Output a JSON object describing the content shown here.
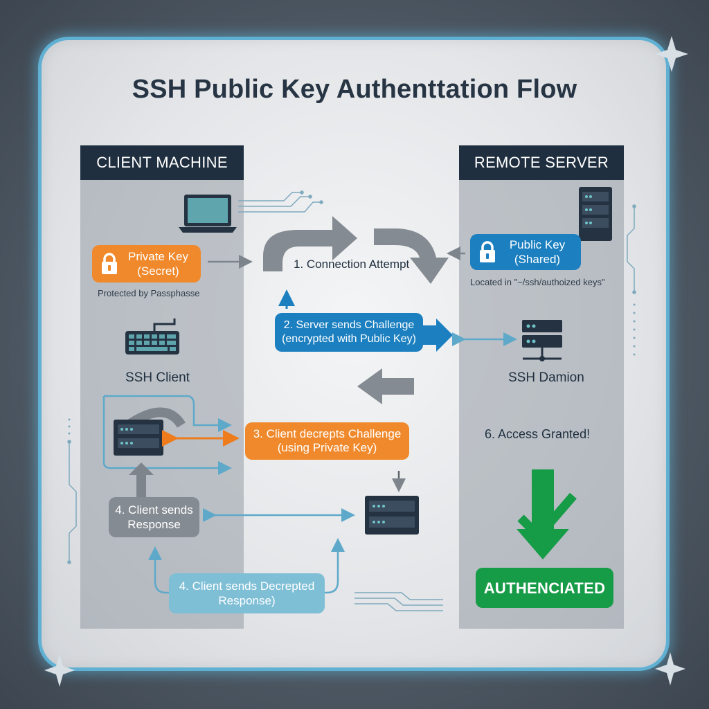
{
  "title": "SSH Public Key Authenttation Flow",
  "client": {
    "header": "CLIENT MACHINE",
    "private_key_line1": "Private Key",
    "private_key_line2": "(Secret)",
    "protected_note": "Protected by Passphasse",
    "ssh_client": "SSH Client",
    "step4_line1": "4. Client sends",
    "step4_line2": "Response"
  },
  "server": {
    "header": "REMOTE SERVER",
    "public_key_line1": "Public Key",
    "public_key_line2": "(Shared)",
    "location_note": "Located in \"~/ssh/authoized keys\"",
    "ssh_daemon": "SSH Damion",
    "access_granted": "6. Access Granted!",
    "authenticated_badge": "AUTHENCIATED"
  },
  "steps": {
    "step1": "1. Connection Attempt",
    "step2_line1": "2. Server sends Challenge",
    "step2_line2": "(encrypted with Public Key)",
    "step3_line1": "3. Client decrepts Challenge",
    "step3_line2": "(using Private Key)",
    "step4b_line1": "4. Client sends Decrepted",
    "step4b_line2": "Response)"
  },
  "colors": {
    "navy": "#1f2f3f",
    "orange": "#f0892b",
    "blue": "#1b7fc0",
    "gray": "#858b92",
    "light_blue": "#7fbfd6",
    "green": "#169b47",
    "frame": "#5fb0d3"
  },
  "icons": {
    "laptop": "laptop-icon",
    "keyboard": "keyboard-icon",
    "lock": "lock-icon",
    "server": "server-icon",
    "checkmark": "checkmark-icon",
    "sparkle": "sparkle-icon"
  }
}
